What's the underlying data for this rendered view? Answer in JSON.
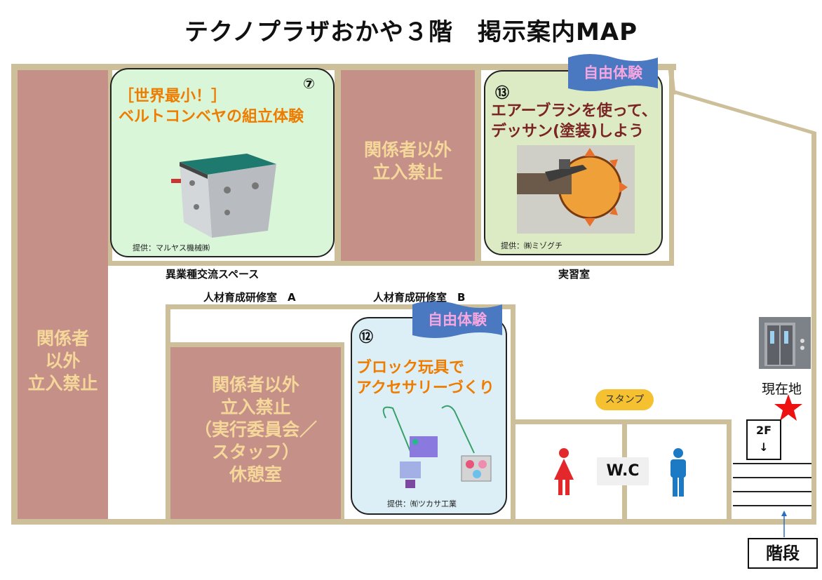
{
  "title": "テクノプラザおかや３階　掲示案内MAP",
  "colors": {
    "restricted_room": "#c49088",
    "restricted_text": "#f6d79a",
    "wall": "#cdbf9a",
    "booth_orange_text": "#ee7c00",
    "booth_red_text": "#7b2424",
    "free_badge": "#4a79c2",
    "free_badge_text": "#f6a6df",
    "stamp": "#f6c131",
    "current_location_star": "#ee1111"
  },
  "restricted_left": [
    "関係者",
    "以外",
    "立入禁止"
  ],
  "restricted_center_top": [
    "関係者以外",
    "立入禁止"
  ],
  "restricted_center_bottom": [
    "関係者以外",
    "立入禁止",
    "（実行委員会／",
    "スタッフ）",
    "休憩室"
  ],
  "booth7": {
    "number": "⑦",
    "title_lines": [
      "［世界最小！］",
      "ベルトコンベヤの組立体験"
    ],
    "credit": "提供：マルヤス機械㈱",
    "image": "belt-conveyor-photo"
  },
  "booth13": {
    "number": "⑬",
    "badge": "自由体験",
    "title_lines": [
      "エアーブラシを使って、",
      "デッサン(塗装)しよう"
    ],
    "credit": "提供：㈱ミゾグチ",
    "image": "airbrush-photo"
  },
  "booth12": {
    "number": "⑫",
    "badge": "自由体験",
    "title_lines": [
      "ブロック玩具で",
      "アクセサリーづくり"
    ],
    "credit": "提供：㈲ツカサ工業",
    "image": "block-accessory-photo"
  },
  "room_labels": {
    "exchange_space": "異業種交流スペース",
    "practice_room": "実習室",
    "training_a": "人材育成研修室　A",
    "training_b": "人材育成研修室　B"
  },
  "stamp": "スタンプ",
  "wc": "W.C",
  "current_location": "現在地",
  "floor_sign": [
    "2F",
    "↓"
  ],
  "stairs": "階段",
  "icons": [
    "elevator-icon",
    "female-restroom-icon",
    "male-restroom-icon",
    "star-icon",
    "arrow-up-icon"
  ]
}
